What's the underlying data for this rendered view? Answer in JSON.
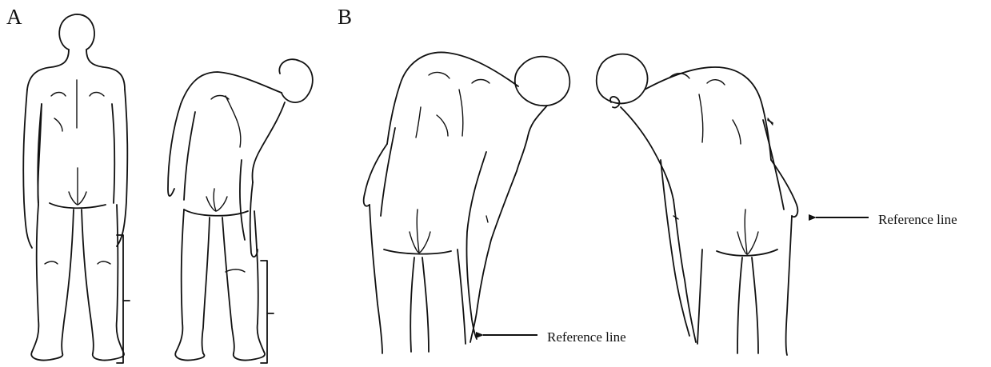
{
  "panels": [
    {
      "label": "A"
    },
    {
      "label": "B"
    }
  ],
  "annotations": [
    {
      "text": "Reference line"
    },
    {
      "text": "Reference line"
    }
  ]
}
